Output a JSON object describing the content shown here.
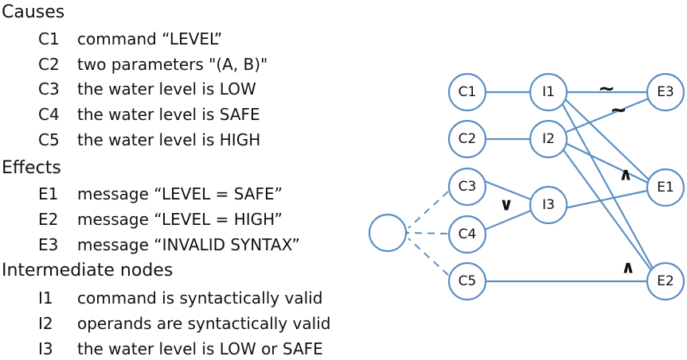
{
  "legend": {
    "causes": {
      "heading": "Causes",
      "items": [
        {
          "code": "C1",
          "text": "command “LEVEL”"
        },
        {
          "code": "C2",
          "text": "two parameters \"(A, B)\""
        },
        {
          "code": "C3",
          "text": "the water level is LOW"
        },
        {
          "code": "C4",
          "text": "the water level is SAFE"
        },
        {
          "code": "C5",
          "text": "the water level is HIGH"
        }
      ]
    },
    "effects": {
      "heading": "Effects",
      "items": [
        {
          "code": "E1",
          "text": "message “LEVEL = SAFE”"
        },
        {
          "code": "E2",
          "text": "message “LEVEL = HIGH”"
        },
        {
          "code": "E3",
          "text": "message “INVALID SYNTAX”"
        }
      ]
    },
    "intermediate": {
      "heading": "Intermediate nodes",
      "items": [
        {
          "code": "I1",
          "text": "command is syntactically valid"
        },
        {
          "code": "I2",
          "text": "operands are syntactically valid"
        },
        {
          "code": "I3",
          "text": "the water level is LOW or SAFE"
        }
      ]
    }
  },
  "graph": {
    "nodes": {
      "c1": "C1",
      "c2": "C2",
      "c3": "C3",
      "c4": "C4",
      "c5": "C5",
      "i1": "I1",
      "i2": "I2",
      "i3": "I3",
      "e1": "E1",
      "e2": "E2",
      "e3": "E3",
      "constraint": ""
    },
    "operators": {
      "not_i1_e3": "~",
      "not_i2_e3": "~",
      "or_i3": "∨",
      "and_e1": "∧",
      "and_e2": "∧"
    },
    "colors": {
      "line": "#5b8fc4",
      "text": "#111111"
    }
  }
}
